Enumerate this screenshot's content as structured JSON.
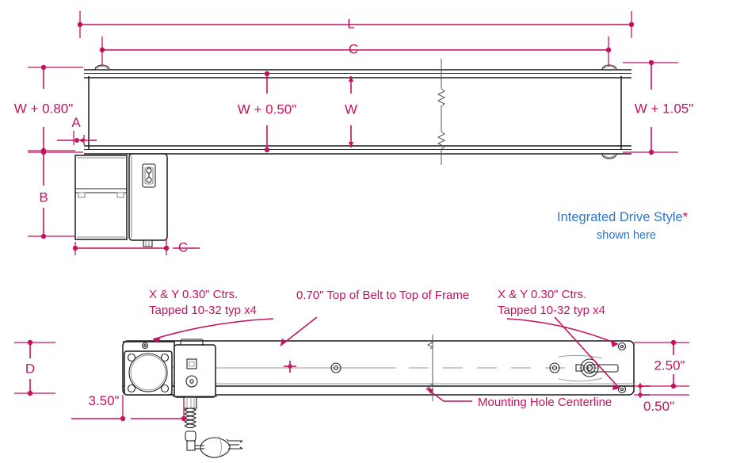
{
  "drawing": {
    "title": "Conveyor dimensional drawing - side view and top view",
    "colors": {
      "dimension": "#c4125e",
      "annotation_blue": "#2e75c8",
      "outline": "#1a1a1a",
      "light_outline": "#7a7a7a",
      "background": "#ffffff"
    }
  },
  "side_view": {
    "dimensions": {
      "overall_length": "L",
      "center_length": "C",
      "height_left": "W + 0.80\"",
      "belt_width_plus": "W + 0.50\"",
      "belt_width": "W",
      "height_right": "W + 1.05\"",
      "offset_a": "A",
      "drive_height_b": "B",
      "drive_length_c": "C"
    }
  },
  "callout": {
    "line1": "Integrated Drive Style",
    "asterisk": "*",
    "line2": "shown here"
  },
  "top_view": {
    "annotations": {
      "tapped_left_line1": "X & Y 0.30\" Ctrs.",
      "tapped_left_line2": "Tapped 10-32 typ x4",
      "belt_to_frame": "0.70\" Top of Belt to Top of Frame",
      "tapped_right_line1": "X & Y 0.30\" Ctrs.",
      "tapped_right_line2": "Tapped 10-32 typ x4",
      "mounting_hole_centerline": "Mounting Hole Centerline"
    },
    "dimensions": {
      "width_d": "D",
      "drive_offset": "3.50\"",
      "frame_width": "2.50\"",
      "edge_to_centerline": "0.50\""
    }
  }
}
